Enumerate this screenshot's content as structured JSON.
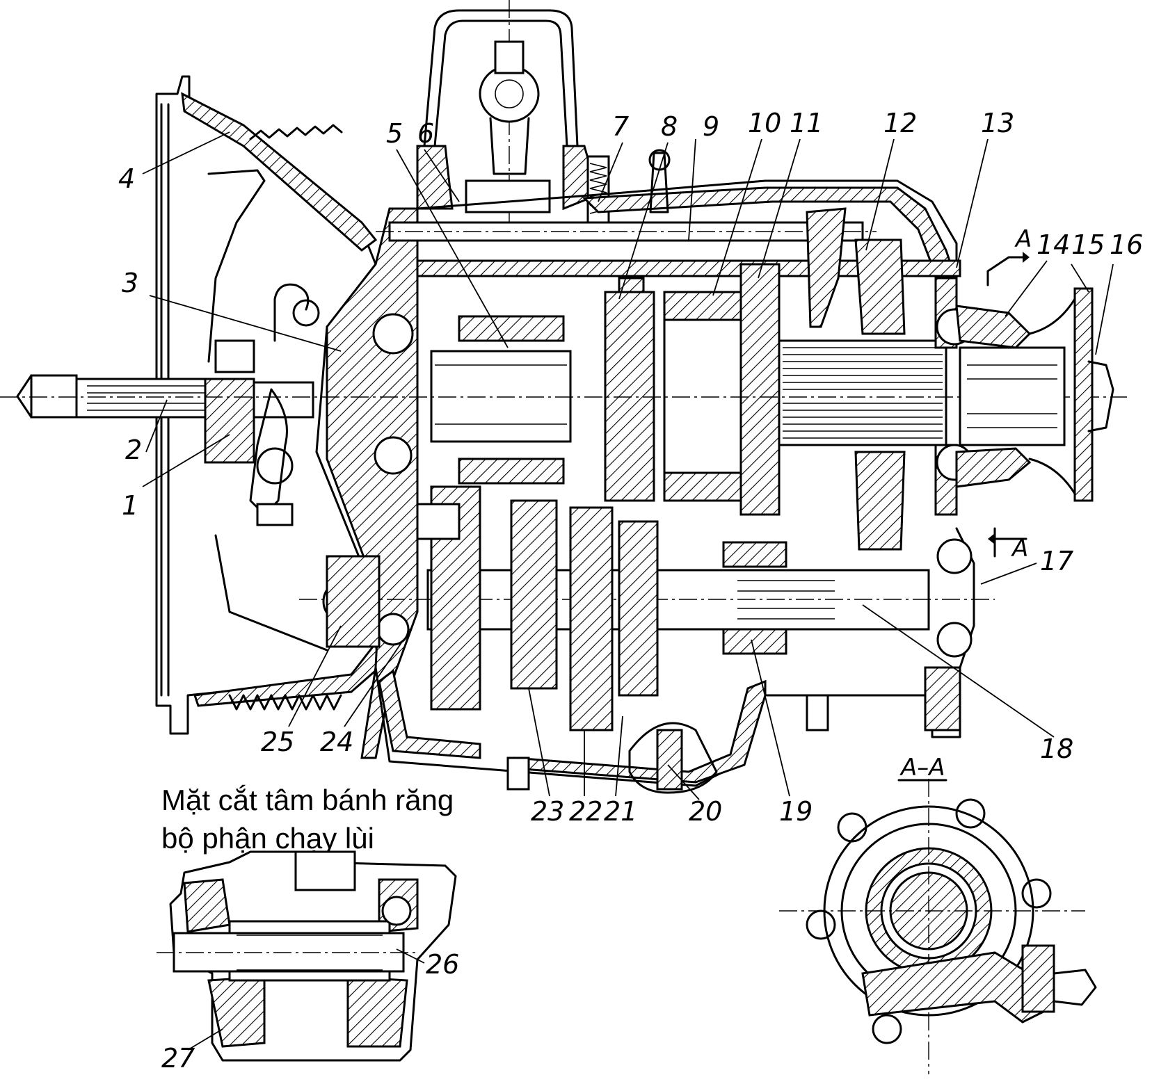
{
  "callouts": [
    {
      "id": "1",
      "label": "1"
    },
    {
      "id": "2",
      "label": "2"
    },
    {
      "id": "3",
      "label": "3"
    },
    {
      "id": "4",
      "label": "4"
    },
    {
      "id": "5",
      "label": "5"
    },
    {
      "id": "6",
      "label": "6"
    },
    {
      "id": "7",
      "label": "7"
    },
    {
      "id": "8",
      "label": "8"
    },
    {
      "id": "9",
      "label": "9"
    },
    {
      "id": "10",
      "label": "10"
    },
    {
      "id": "11",
      "label": "11"
    },
    {
      "id": "12",
      "label": "12"
    },
    {
      "id": "13",
      "label": "13"
    },
    {
      "id": "14",
      "label": "14"
    },
    {
      "id": "15",
      "label": "15"
    },
    {
      "id": "16",
      "label": "16"
    },
    {
      "id": "17",
      "label": "17"
    },
    {
      "id": "18",
      "label": "18"
    },
    {
      "id": "19",
      "label": "19"
    },
    {
      "id": "20",
      "label": "20"
    },
    {
      "id": "21",
      "label": "21"
    },
    {
      "id": "22",
      "label": "22"
    },
    {
      "id": "23",
      "label": "23"
    },
    {
      "id": "24",
      "label": "24"
    },
    {
      "id": "25",
      "label": "25"
    },
    {
      "id": "26",
      "label": "26"
    },
    {
      "id": "27",
      "label": "27"
    }
  ],
  "section_markers": {
    "top": "A",
    "bottom": "A"
  },
  "section_view_title": "A–A",
  "caption": {
    "line1": "Mặt cắt tâm bánh răng",
    "line2": "bộ phận chạy lùi"
  }
}
